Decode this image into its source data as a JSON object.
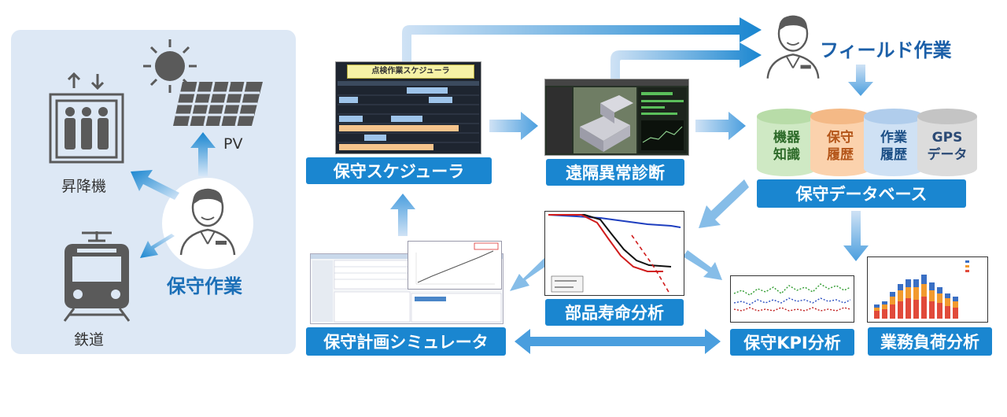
{
  "left_panel": {
    "elevator_label": "昇降機",
    "pv_label": "PV",
    "railway_label": "鉄道",
    "maintenance_label": "保守作業"
  },
  "field_work_label": "フィールド作業",
  "scheduler": {
    "screen_title": "点検作業スケジューラ",
    "label": "保守スケジューラ"
  },
  "remote_diagnosis_label": "遠隔異常診断",
  "database": {
    "cylinders": [
      {
        "line1": "機器",
        "line2": "知識",
        "color": "#cfe9c4",
        "text_color": "#2e6b2a"
      },
      {
        "line1": "保守",
        "line2": "履歴",
        "color": "#fbd2ad",
        "text_color": "#b4561a"
      },
      {
        "line1": "作業",
        "line2": "履歴",
        "color": "#cfe1f4",
        "text_color": "#1c4f86"
      },
      {
        "line1": "GPS",
        "line2": "データ",
        "color": "#dcdcdc",
        "text_color": "#2b4a75"
      }
    ],
    "label": "保守データベース"
  },
  "parts_life_label": "部品寿命分析",
  "plan_simulator_label": "保守計画シミュレータ",
  "kpi_label": "保守KPI分析",
  "workload_label": "業務負荷分析"
}
